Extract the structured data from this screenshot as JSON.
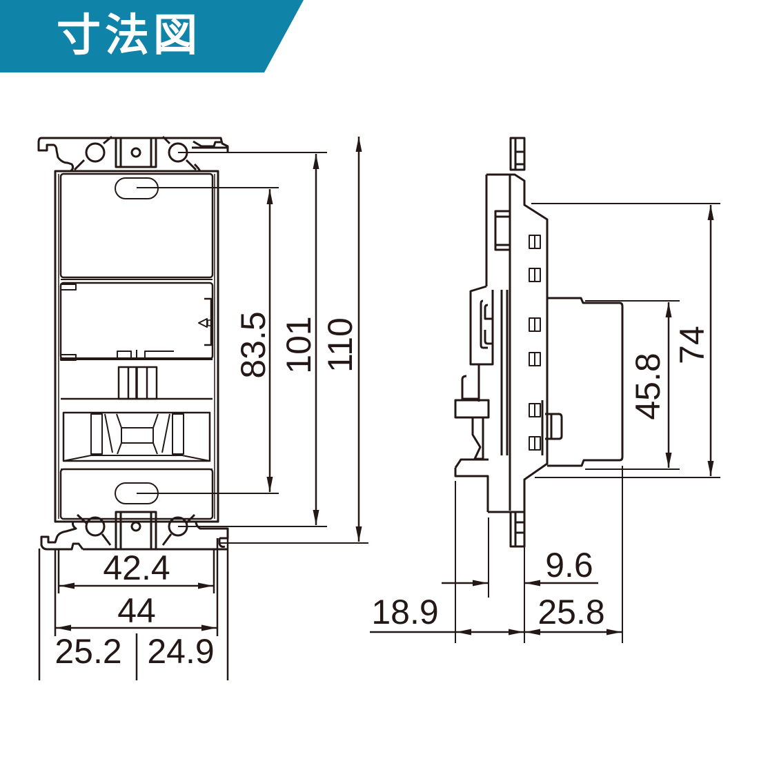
{
  "header": {
    "title": "寸法図",
    "banner_color": "#1083a8"
  },
  "colors": {
    "line": "#231815",
    "background": "#ffffff"
  },
  "front_view": {
    "vertical_dimensions": [
      {
        "label": "83.5",
        "unit": "mm",
        "meaning": "mounting hole pitch"
      },
      {
        "label": "101",
        "unit": "mm",
        "meaning": "frame screw pitch"
      },
      {
        "label": "110",
        "unit": "mm",
        "meaning": "overall height"
      }
    ],
    "horizontal_dimensions": [
      {
        "label": "42.4",
        "unit": "mm"
      },
      {
        "label": "44",
        "unit": "mm"
      },
      {
        "label": "25.2",
        "unit": "mm"
      },
      {
        "label": "24.9",
        "unit": "mm"
      }
    ]
  },
  "side_view": {
    "vertical_dimensions": [
      {
        "label": "45.8",
        "unit": "mm"
      },
      {
        "label": "74",
        "unit": "mm"
      }
    ],
    "horizontal_dimensions": [
      {
        "label": "9.6",
        "unit": "mm"
      },
      {
        "label": "18.9",
        "unit": "mm"
      },
      {
        "label": "25.8",
        "unit": "mm"
      }
    ]
  }
}
